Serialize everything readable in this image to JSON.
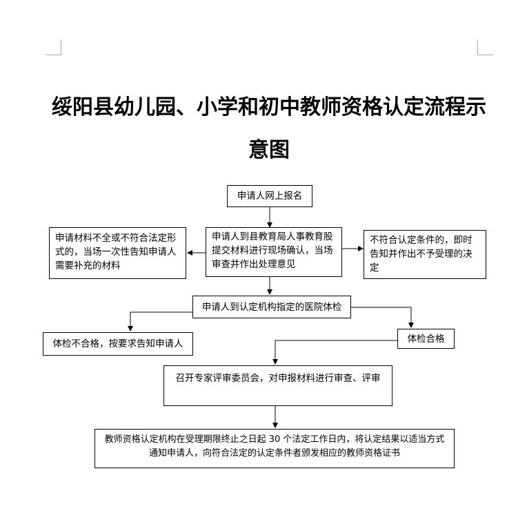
{
  "title": {
    "line1": "绥阳县幼儿园、小学和初中教师资格认定流程示",
    "line2": "意图"
  },
  "steps": {
    "apply_online": "申请人网上报名",
    "incomplete": "申请材料不全或不符合法定形式的，当场一次性告知申请人需要补充的材料",
    "submit": "申请人到县教育局人事教育股提交材料进行现场确认，当场审查并作出处理意见",
    "not_qualified": "不符合认定条件的，即时告知并作出不予受理的决定",
    "medical": "申请人到认定机构指定的医院体检",
    "fail_medical": "体检不合格，按要求告知申请人",
    "pass_medical": "体检合格",
    "review": "召开专家评审委员会，对申报材料进行审查、评审",
    "certify": "教师资格认定机构在受理期限终止之日起 30 个法定工作日内，将认定结果以适当方式通知申请人，向符合法定的认定条件者颁发相应的教师资格证书"
  }
}
